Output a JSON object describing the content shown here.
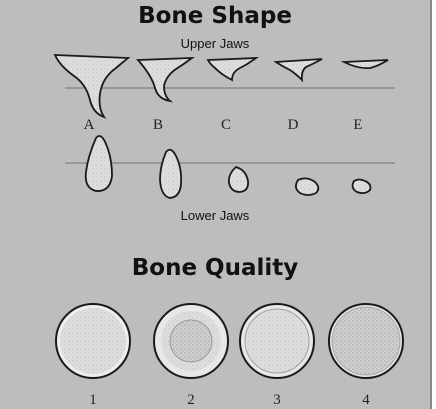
{
  "shape": {
    "title": "Bone Shape",
    "upper_label": "Upper Jaws",
    "lower_label": "Lower Jaws",
    "labels": [
      "A",
      "B",
      "C",
      "D",
      "E"
    ]
  },
  "quality": {
    "title": "Bone Quality",
    "labels": [
      "1",
      "2",
      "3",
      "4"
    ]
  },
  "colors": {
    "background": "#bdbdbd",
    "bone_fill": "#e2e2e2",
    "outline": "#1a1a1a",
    "line": "#8c8c8c"
  }
}
